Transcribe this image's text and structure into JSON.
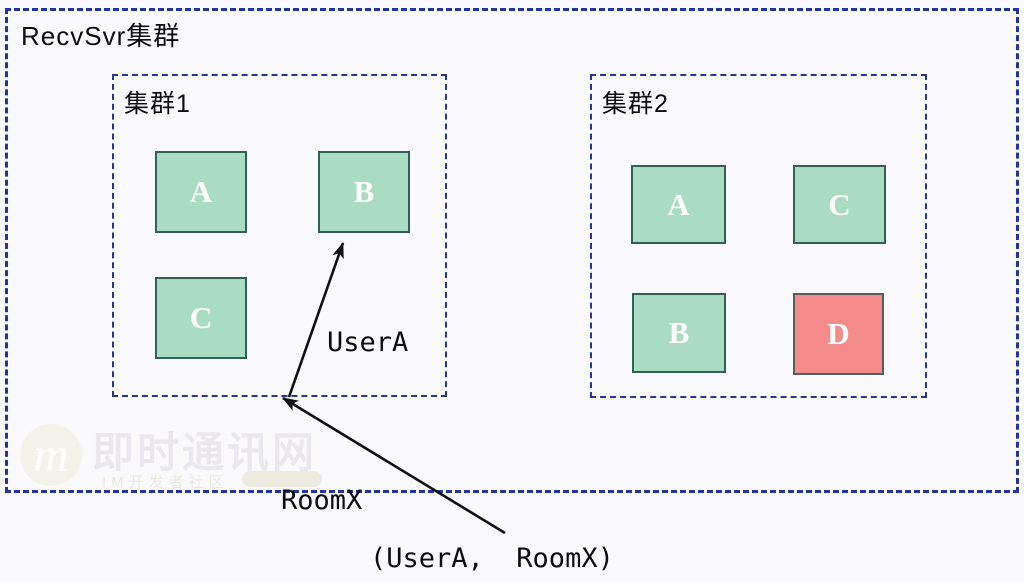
{
  "diagram": {
    "title": "RecvSvr集群",
    "clusters": [
      {
        "label": "集群1",
        "nodes": [
          {
            "label": "A",
            "status": "normal"
          },
          {
            "label": "B",
            "status": "normal"
          },
          {
            "label": "C",
            "status": "normal"
          }
        ]
      },
      {
        "label": "集群2",
        "nodes": [
          {
            "label": "A",
            "status": "normal"
          },
          {
            "label": "C",
            "status": "normal"
          },
          {
            "label": "B",
            "status": "normal"
          },
          {
            "label": "D",
            "status": "down"
          }
        ]
      }
    ],
    "annotations": {
      "user": "UserA",
      "room": "RoomX",
      "tuple": "(UserA,  RoomX)"
    },
    "arrows": [
      {
        "from": "cluster1-bottom-edge",
        "to": "cluster1-node-B",
        "label": "UserA"
      },
      {
        "from": "tuple-label",
        "to": "cluster1-bottom-edge",
        "label": "RoomX"
      }
    ],
    "colors": {
      "dashed_border": "#2335a0",
      "node_normal_fill": "#a9dcc1",
      "node_normal_border": "#2f6158",
      "node_down_fill": "#f48b8b",
      "node_down_border": "#515f5f",
      "arrow": "#111111",
      "background": "#fafafd"
    },
    "watermark": {
      "logo_letter": "m",
      "text": "即时通讯网",
      "subtext": "IM开发者社区"
    }
  }
}
